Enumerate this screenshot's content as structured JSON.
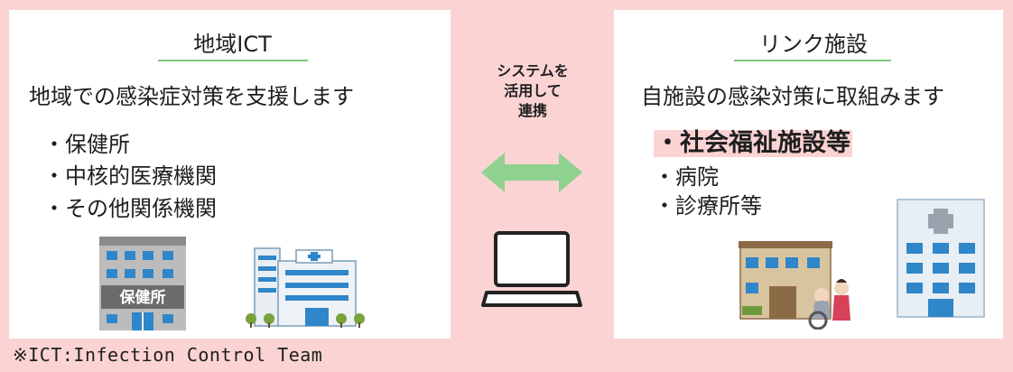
{
  "left_panel": {
    "title": "地域ICT",
    "heading": "地域での感染症対策を支援します",
    "items": [
      "・保健所",
      "・中核的医療機関",
      "・その他関係機関"
    ],
    "building_sign": "保健所"
  },
  "center": {
    "lines": [
      "システムを",
      "活用して",
      "連携"
    ],
    "arrow_color": "#8fd18f"
  },
  "right_panel": {
    "title": "リンク施設",
    "heading": "自施設の感染対策に取組みます",
    "items": [
      "・社会福祉施設等",
      "・病院",
      "・診療所等"
    ]
  },
  "footnote": "※ICT:Infection Control Team",
  "colors": {
    "background": "#fbd3d3",
    "title_underline": "#7cc77c",
    "building_blue": "#2f86c8",
    "emphasis_bg": "#fbd3d3"
  }
}
